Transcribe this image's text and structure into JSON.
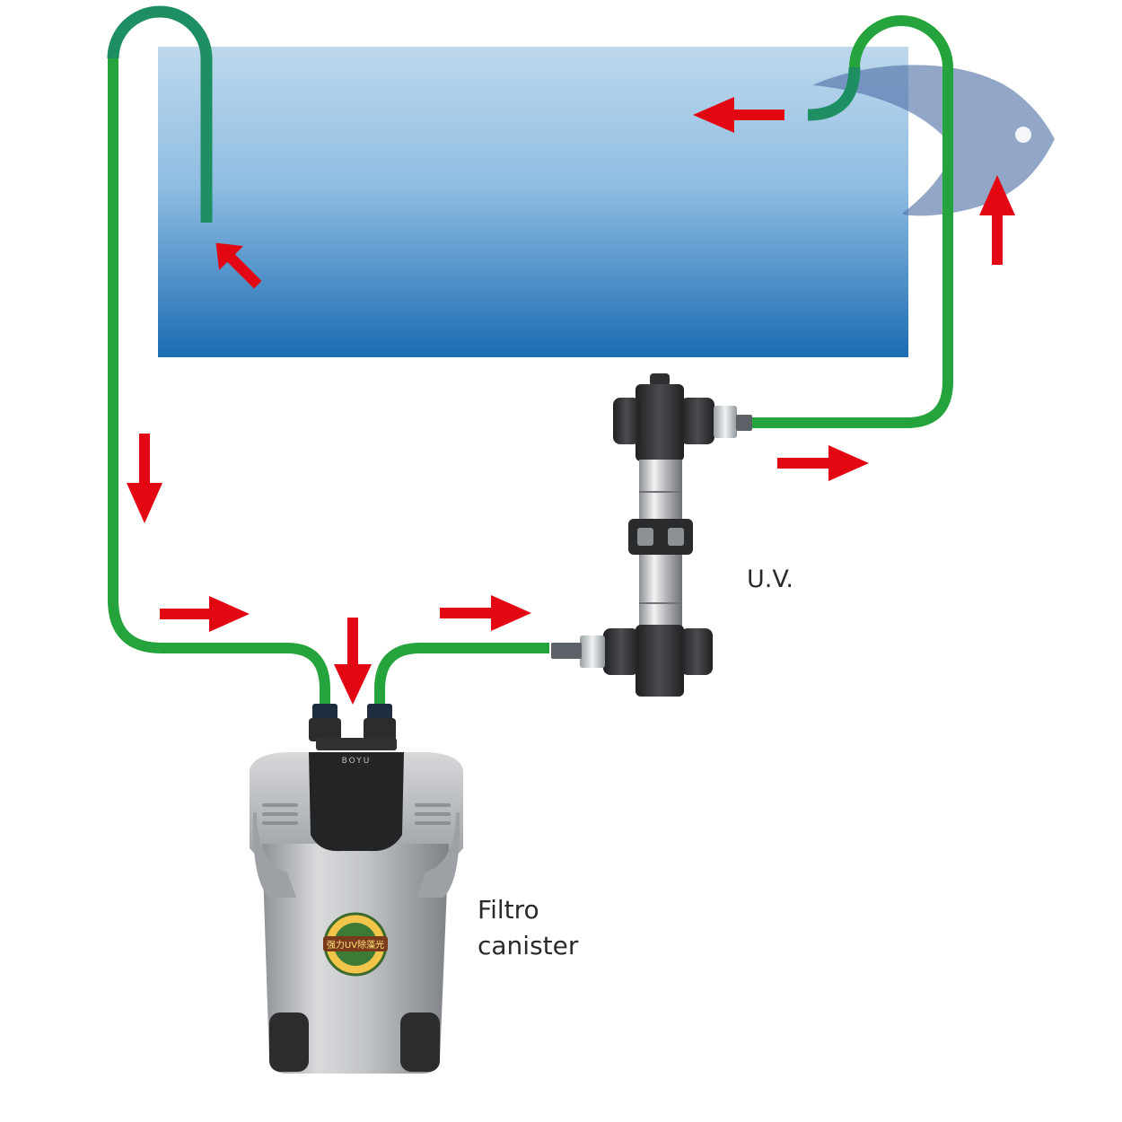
{
  "labels": {
    "uv": "U.V.",
    "filter_line1": "Filtro",
    "filter_line2": "canister"
  },
  "product": {
    "brand": "BOYU",
    "badge_text": "强力UV除藻光"
  },
  "icons": [
    "fish-icon"
  ],
  "colors": {
    "tube": "#25a33c",
    "tube_inside_water": "#1d8c68",
    "arrow": "#e30613",
    "water_top": "#bdd7ec",
    "water_bottom": "#1a6db4",
    "fish": "#5f7fb0",
    "canister_body": "#b9bcc0",
    "uv_housing": "#3a3a3a"
  }
}
